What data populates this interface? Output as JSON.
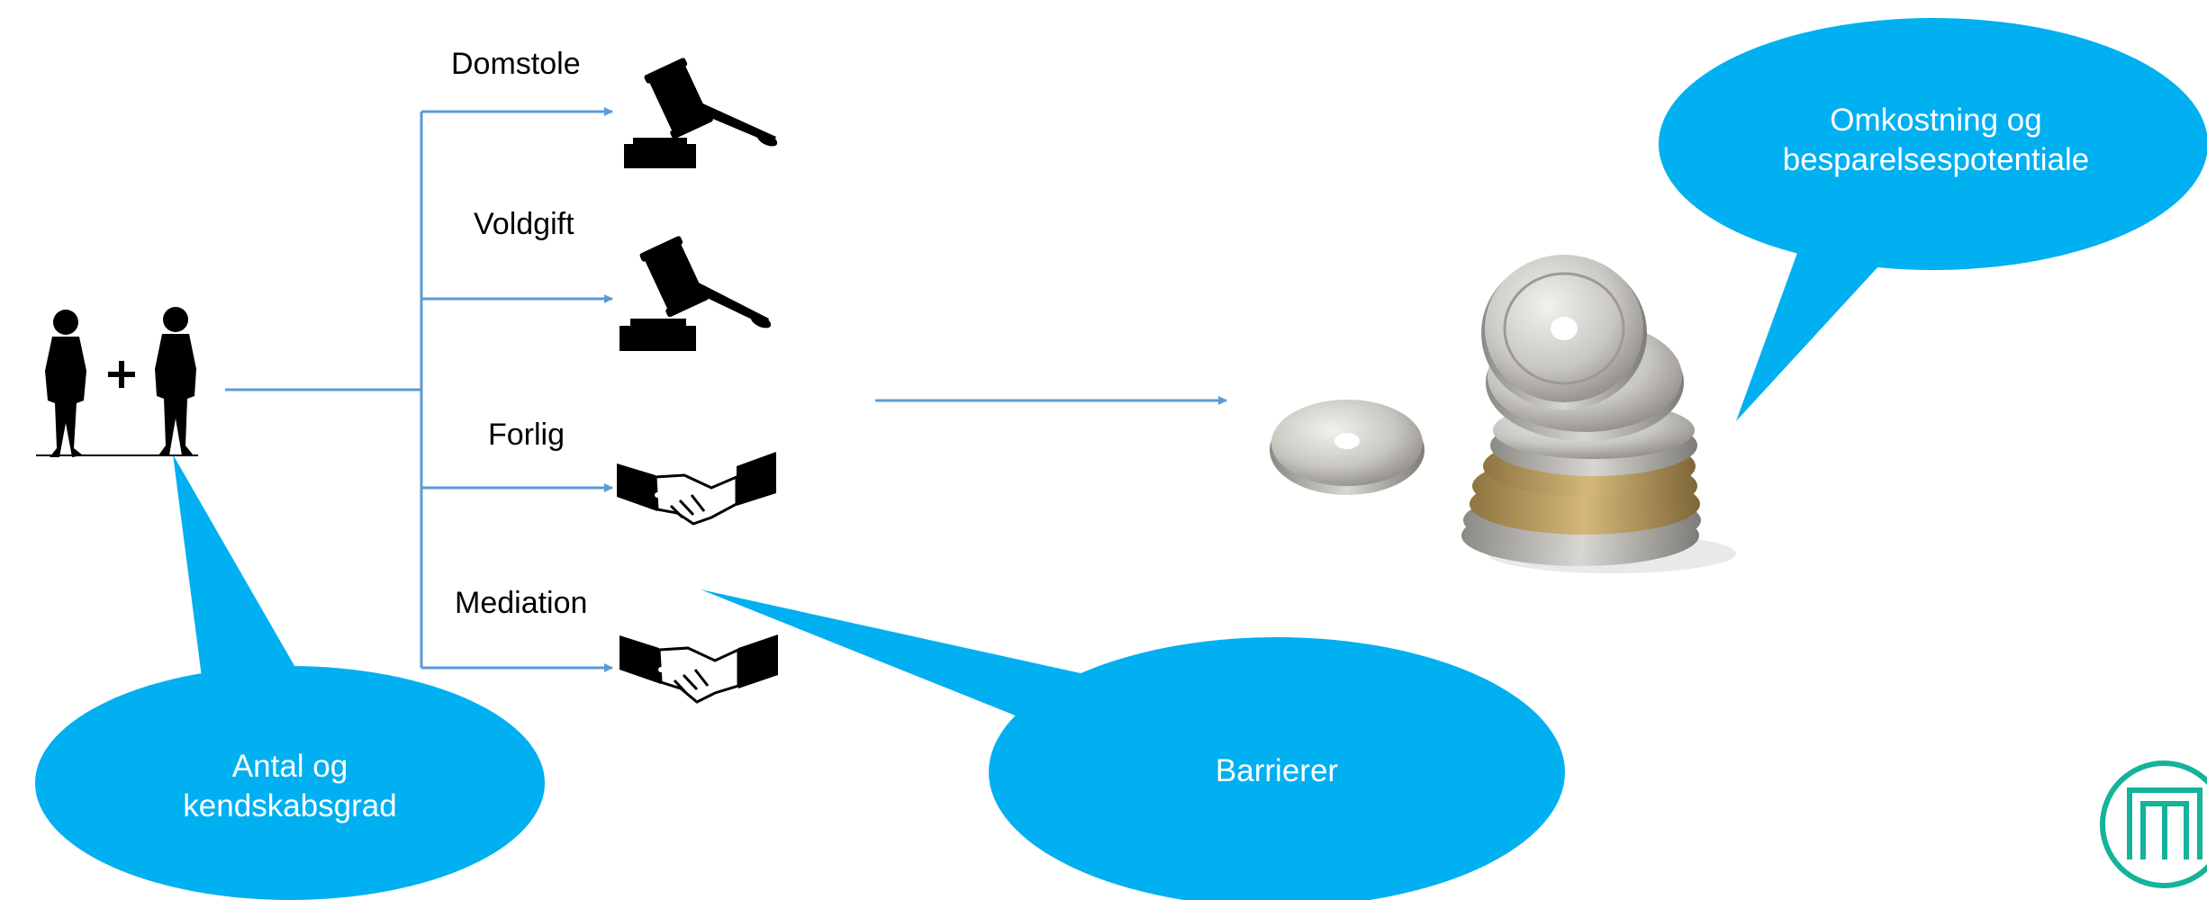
{
  "colors": {
    "bubble": "#00b0f0",
    "arrow": "#5b9bd5",
    "logo": "#14b39a"
  },
  "options": [
    {
      "label": "Domstole",
      "icon": "gavel-icon"
    },
    {
      "label": "Voldgift",
      "icon": "gavel-icon"
    },
    {
      "label": "Forlig",
      "icon": "handshake-icon"
    },
    {
      "label": "Mediation",
      "icon": "handshake-icon"
    }
  ],
  "bubbles": {
    "cost_line1": "Omkostning og",
    "cost_line2": "besparelsespotentiale",
    "parties_line1": "Antal og",
    "parties_line2": "kendskabsgrad",
    "barriers": "Barrierer"
  },
  "plus_sign": "+"
}
